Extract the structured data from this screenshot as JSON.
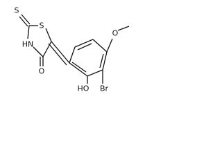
{
  "structure": {
    "atoms": {
      "thione_sulfur": "S",
      "ring_sulfur": "S",
      "ring_nitrogen": "HN",
      "carbonyl_oxygen": "O",
      "methoxy_oxygen": "O",
      "methyl": "",
      "hydroxyl": "HO",
      "bromine": "Br"
    }
  },
  "colors": {
    "ink": "#111111",
    "background": "#ffffff"
  }
}
